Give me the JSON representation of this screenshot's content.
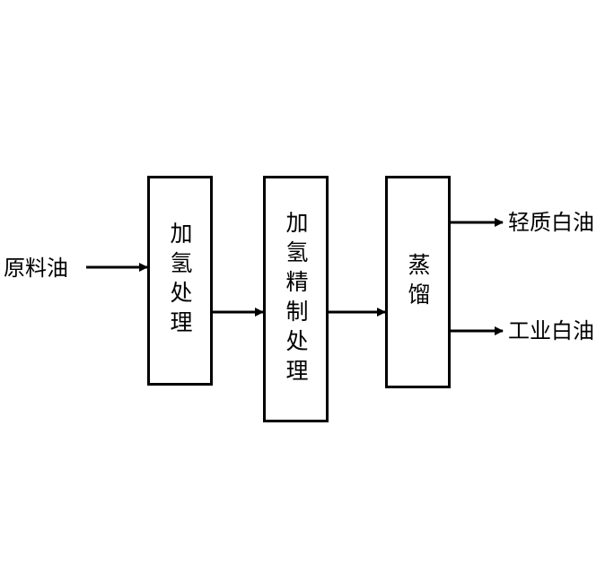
{
  "diagram": {
    "input_label": "原料油",
    "steps": [
      {
        "label": "加氢处理"
      },
      {
        "label": "加氢精制处理"
      },
      {
        "label": "蒸馏"
      }
    ],
    "outputs": [
      {
        "label": "轻质白油"
      },
      {
        "label": "工业白油"
      }
    ]
  }
}
